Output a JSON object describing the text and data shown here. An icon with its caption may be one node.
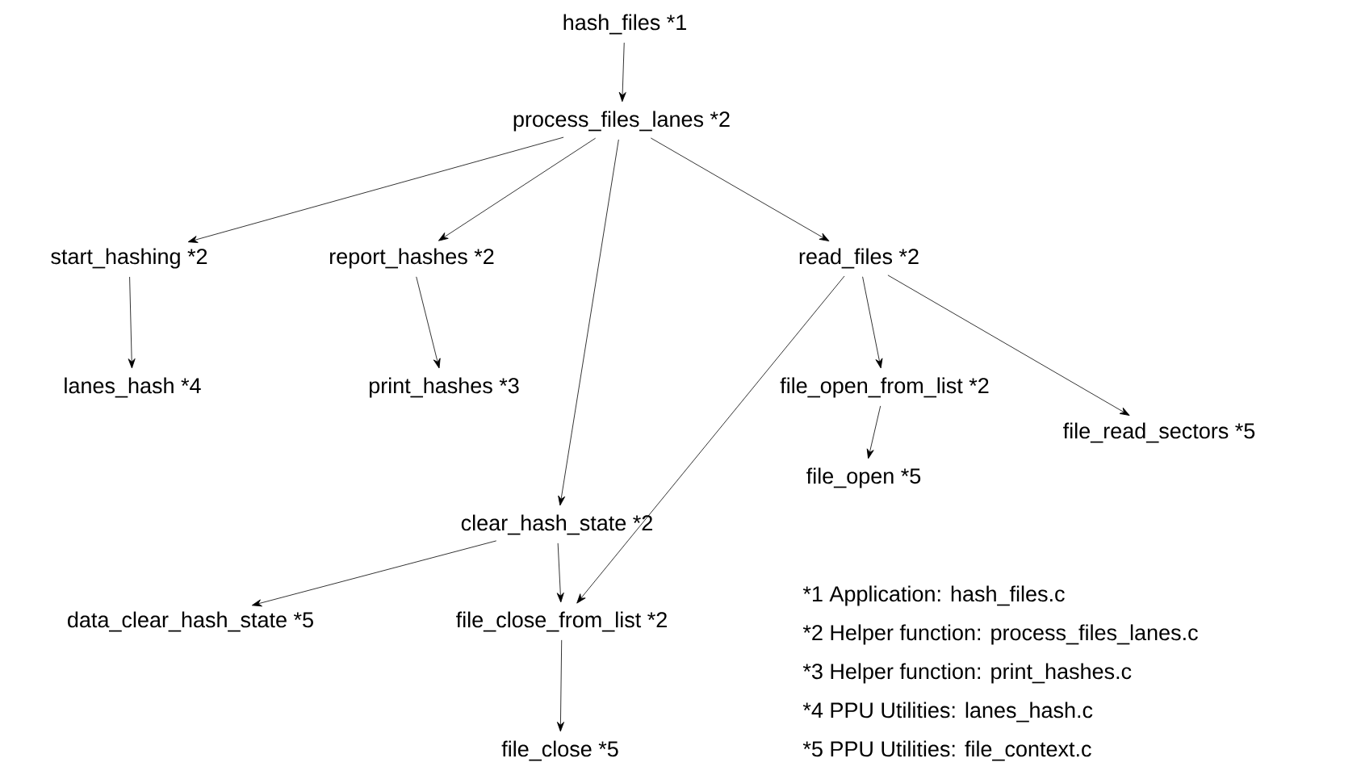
{
  "diagram": {
    "nodes": [
      {
        "text": [
          "hash_files *1"
        ]
      },
      {
        "text": [
          "process_files_lanes *2"
        ]
      },
      {
        "text": [
          "start_hashing *2"
        ]
      },
      {
        "text": [
          "report_hashes *2"
        ]
      },
      {
        "text": [
          "read_files *2"
        ]
      },
      {
        "text": [
          "lanes_hash *4"
        ]
      },
      {
        "text": [
          "print_hashes *3"
        ]
      },
      {
        "text": [
          "file_open_from_list *2"
        ]
      },
      {
        "text": [
          "file_read_sectors *5"
        ]
      },
      {
        "text": [
          "file_open *5"
        ]
      },
      {
        "text": [
          "clear_hash_state *2"
        ]
      },
      {
        "text": [
          "data_clear_hash_state *5"
        ]
      },
      {
        "text": [
          "file_close_from_list *2"
        ]
      },
      {
        "text": [
          "file_close *5"
        ]
      }
    ],
    "edges": [
      {
        "from": 0,
        "to": 1,
        "arrow": "to"
      },
      {
        "from": 1,
        "to": 2,
        "arrow": "to"
      },
      {
        "from": 1,
        "to": 3,
        "arrow": "to"
      },
      {
        "from": 1,
        "to": 10,
        "arrow": "to"
      },
      {
        "from": 1,
        "to": 4,
        "arrow": "to"
      },
      {
        "from": 2,
        "to": 5,
        "arrow": "to"
      },
      {
        "from": 3,
        "to": 6,
        "arrow": "to"
      },
      {
        "from": 4,
        "to": 7,
        "arrow": "to"
      },
      {
        "from": 4,
        "to": 8,
        "arrow": "to"
      },
      {
        "from": 4,
        "to": 12,
        "arrow": "to"
      },
      {
        "from": 7,
        "to": 9,
        "arrow": "to"
      },
      {
        "from": 10,
        "to": 11,
        "arrow": "to"
      },
      {
        "from": 10,
        "to": 12,
        "arrow": "to"
      },
      {
        "from": 12,
        "to": 13,
        "arrow": "to"
      }
    ],
    "labels": [
      "*1 Application: hash_files.c",
      "*2 Helper function: process_files_lanes.c",
      "*3 Helper function: print_hashes.c",
      "*4 PPU Utilities: lanes_hash.c",
      "*5 PPU Utilities: file_context.c"
    ]
  }
}
